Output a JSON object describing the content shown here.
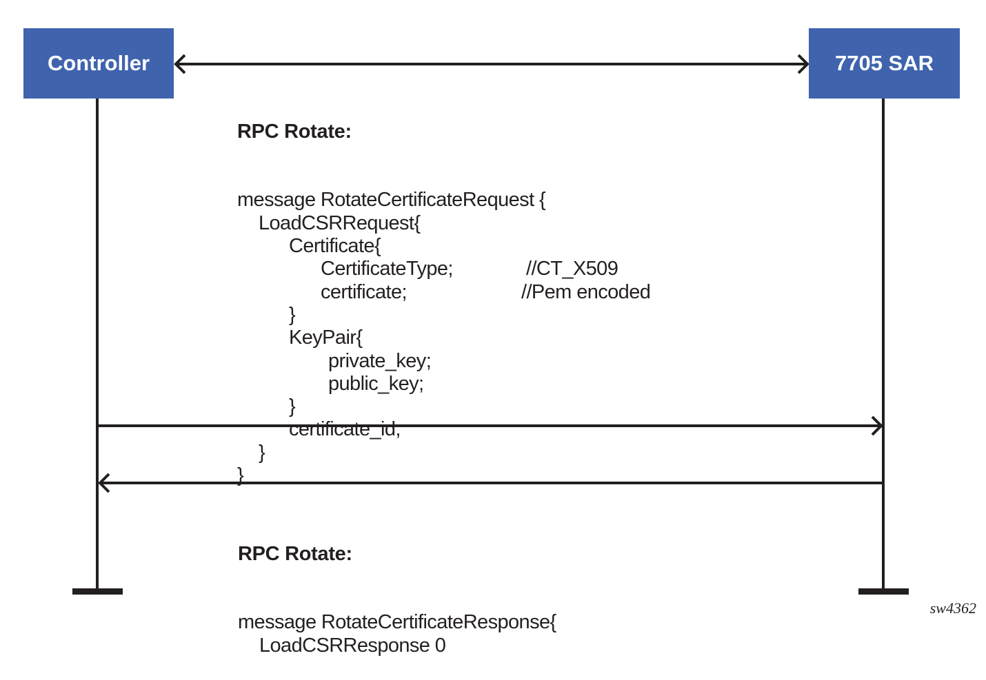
{
  "diagram": {
    "type": "sequence-diagram",
    "colors": {
      "actor_fill": "#3f63ad",
      "actor_text": "#ffffff",
      "line": "#231f20",
      "text": "#231f20"
    },
    "actors": [
      {
        "id": "controller",
        "label": "Controller"
      },
      {
        "id": "sar",
        "label": "7705 SAR"
      }
    ],
    "connections": [
      {
        "from": "controller",
        "to": "sar",
        "kind": "bidirectional-session"
      },
      {
        "from": "controller",
        "to": "sar",
        "kind": "request"
      },
      {
        "from": "sar",
        "to": "controller",
        "kind": "response"
      }
    ],
    "request": {
      "title": "RPC Rotate:",
      "lines": [
        {
          "indent": 0,
          "text": "message RotateCertificateRequest {",
          "comment": ""
        },
        {
          "indent": 1,
          "text": "LoadCSRRequest{",
          "comment": ""
        },
        {
          "indent": 2,
          "text": "Certificate{",
          "comment": ""
        },
        {
          "indent": 3,
          "text": "CertificateType;",
          "comment": "//CT_X509"
        },
        {
          "indent": 3,
          "text": "certificate;",
          "comment": "//Pem encoded"
        },
        {
          "indent": 2,
          "text": "}",
          "comment": ""
        },
        {
          "indent": 2,
          "text": "KeyPair{",
          "comment": ""
        },
        {
          "indent": 4,
          "text": "private_key;",
          "comment": ""
        },
        {
          "indent": 4,
          "text": "public_key;",
          "comment": ""
        },
        {
          "indent": 2,
          "text": "}",
          "comment": ""
        },
        {
          "indent": 2,
          "text": "certificate_id;",
          "comment": ""
        },
        {
          "indent": 1,
          "text": "}",
          "comment": ""
        },
        {
          "indent": 0,
          "text": "}",
          "comment": ""
        }
      ]
    },
    "response": {
      "title": "RPC Rotate:",
      "lines": [
        {
          "indent": 0,
          "text": "message RotateCertificateResponse{",
          "comment": ""
        },
        {
          "indent": 1,
          "text": "LoadCSRResponse 0",
          "comment": ""
        }
      ]
    },
    "figure_id": "sw4362"
  }
}
